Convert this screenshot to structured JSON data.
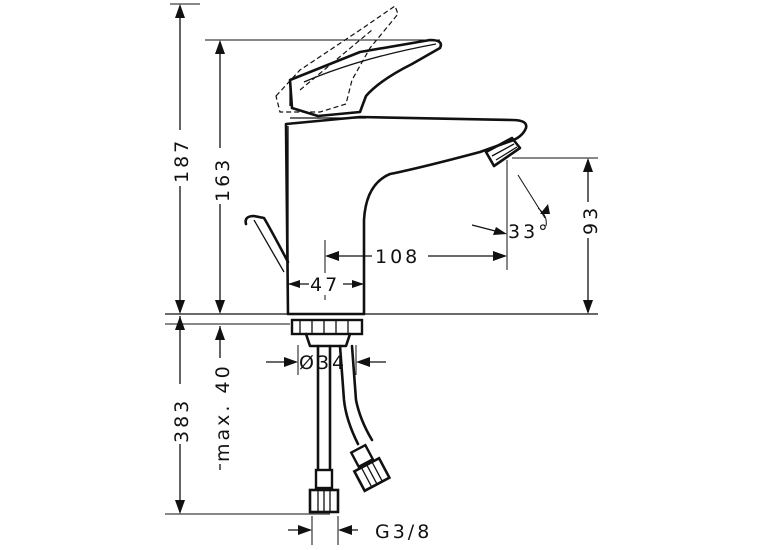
{
  "dimensions": {
    "total_height": "187",
    "spout_height": "163",
    "below_deck": "383",
    "max_deck_thickness": "max. 40",
    "base_width": "47",
    "spout_reach": "108",
    "aerator_height": "93",
    "spray_angle": "33°",
    "shank_diameter": "Ø34",
    "hose_connection": "G3/8"
  }
}
